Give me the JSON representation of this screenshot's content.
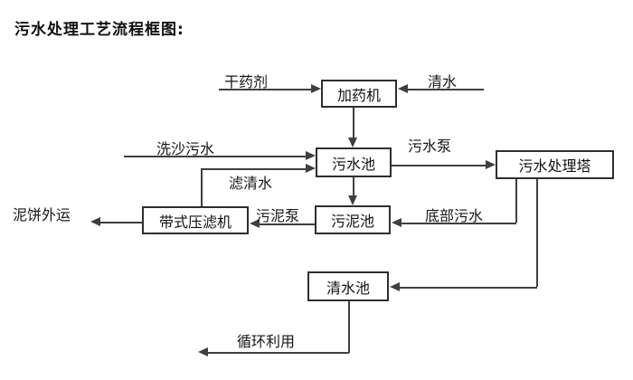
{
  "title": "污水处理工艺流程框图:",
  "nodes": {
    "dosing_machine": "加药机",
    "sewage_pool": "污水池",
    "treatment_tower": "污水处理塔",
    "sludge_pool": "污泥池",
    "belt_filter_press": "带式压滤机",
    "clean_water_pool": "清水池"
  },
  "flow_labels": {
    "dry_agent": "干药剂",
    "clean_water": "清水",
    "sand_washing_sewage": "洗沙污水",
    "filtered_water": "滤清水",
    "sewage_pump": "污水泵",
    "sludge_pump": "污泥泵",
    "mud_cake_out": "泥饼外运",
    "bottom_sewage": "底部污水",
    "recycle_use": "循环利用"
  },
  "colors": {
    "line": "#3f3f3f",
    "box_border": "#2e2e2e",
    "text": "#111111",
    "background": "#ffffff"
  }
}
